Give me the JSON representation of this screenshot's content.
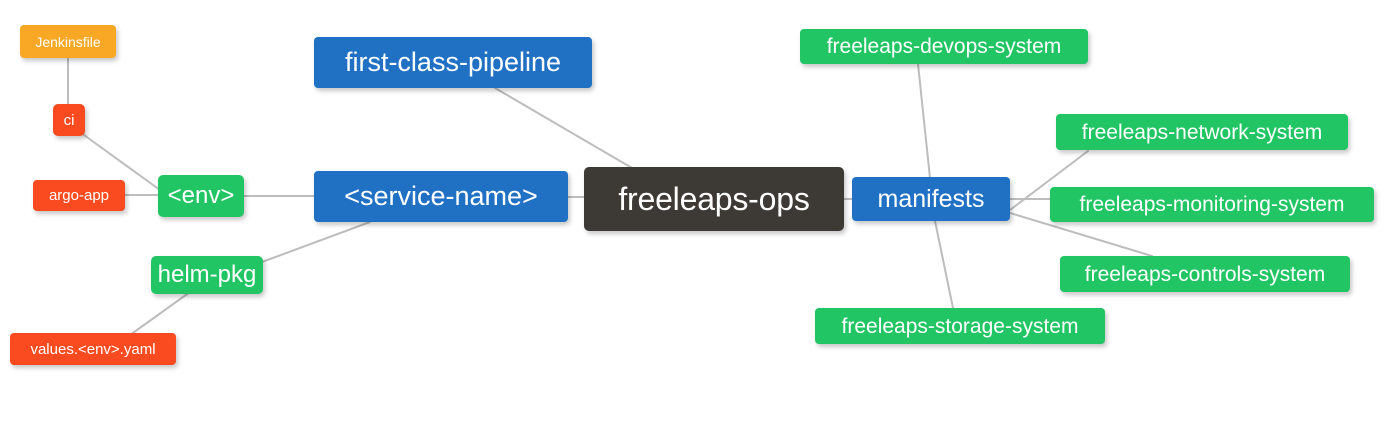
{
  "diagram": {
    "title": "freeleaps-ops repository mindmap",
    "background": "#ffffff",
    "edge_color": "#bdbdbd",
    "palette": {
      "root": "#3d3935",
      "blue": "#2071c4",
      "green": "#22c563",
      "orange": "#f9a826",
      "red": "#fa4b20",
      "text": "#ffffff"
    }
  },
  "nodes": {
    "root": {
      "label": "freeleaps-ops",
      "color": "#3d3935"
    },
    "first_class_pipeline": {
      "label": "first-class-pipeline",
      "color": "#2071c4"
    },
    "service_name": {
      "label": "<service-name>",
      "color": "#2071c4"
    },
    "manifests": {
      "label": "manifests",
      "color": "#2071c4"
    },
    "env": {
      "label": "<env>",
      "color": "#22c563"
    },
    "helm_pkg": {
      "label": "helm-pkg",
      "color": "#22c563"
    },
    "jenkinsfile": {
      "label": "Jenkinsfile",
      "color": "#f9a826"
    },
    "ci": {
      "label": "ci",
      "color": "#fa4b20"
    },
    "argo_app": {
      "label": "argo-app",
      "color": "#fa4b20"
    },
    "values_yaml": {
      "label": "values.<env>.yaml",
      "color": "#fa4b20"
    },
    "devops_system": {
      "label": "freeleaps-devops-system",
      "color": "#22c563"
    },
    "network_system": {
      "label": "freeleaps-network-system",
      "color": "#22c563"
    },
    "monitoring_system": {
      "label": "freeleaps-monitoring-system",
      "color": "#22c563"
    },
    "controls_system": {
      "label": "freeleaps-controls-system",
      "color": "#22c563"
    },
    "storage_system": {
      "label": "freeleaps-storage-system",
      "color": "#22c563"
    }
  },
  "edges": [
    {
      "from": "root",
      "to": "first_class_pipeline"
    },
    {
      "from": "root",
      "to": "service_name"
    },
    {
      "from": "root",
      "to": "manifests"
    },
    {
      "from": "service_name",
      "to": "env"
    },
    {
      "from": "service_name",
      "to": "helm_pkg"
    },
    {
      "from": "env",
      "to": "ci"
    },
    {
      "from": "env",
      "to": "argo_app"
    },
    {
      "from": "ci",
      "to": "jenkinsfile"
    },
    {
      "from": "helm_pkg",
      "to": "values_yaml"
    },
    {
      "from": "manifests",
      "to": "devops_system"
    },
    {
      "from": "manifests",
      "to": "network_system"
    },
    {
      "from": "manifests",
      "to": "monitoring_system"
    },
    {
      "from": "manifests",
      "to": "controls_system"
    },
    {
      "from": "manifests",
      "to": "storage_system"
    }
  ]
}
